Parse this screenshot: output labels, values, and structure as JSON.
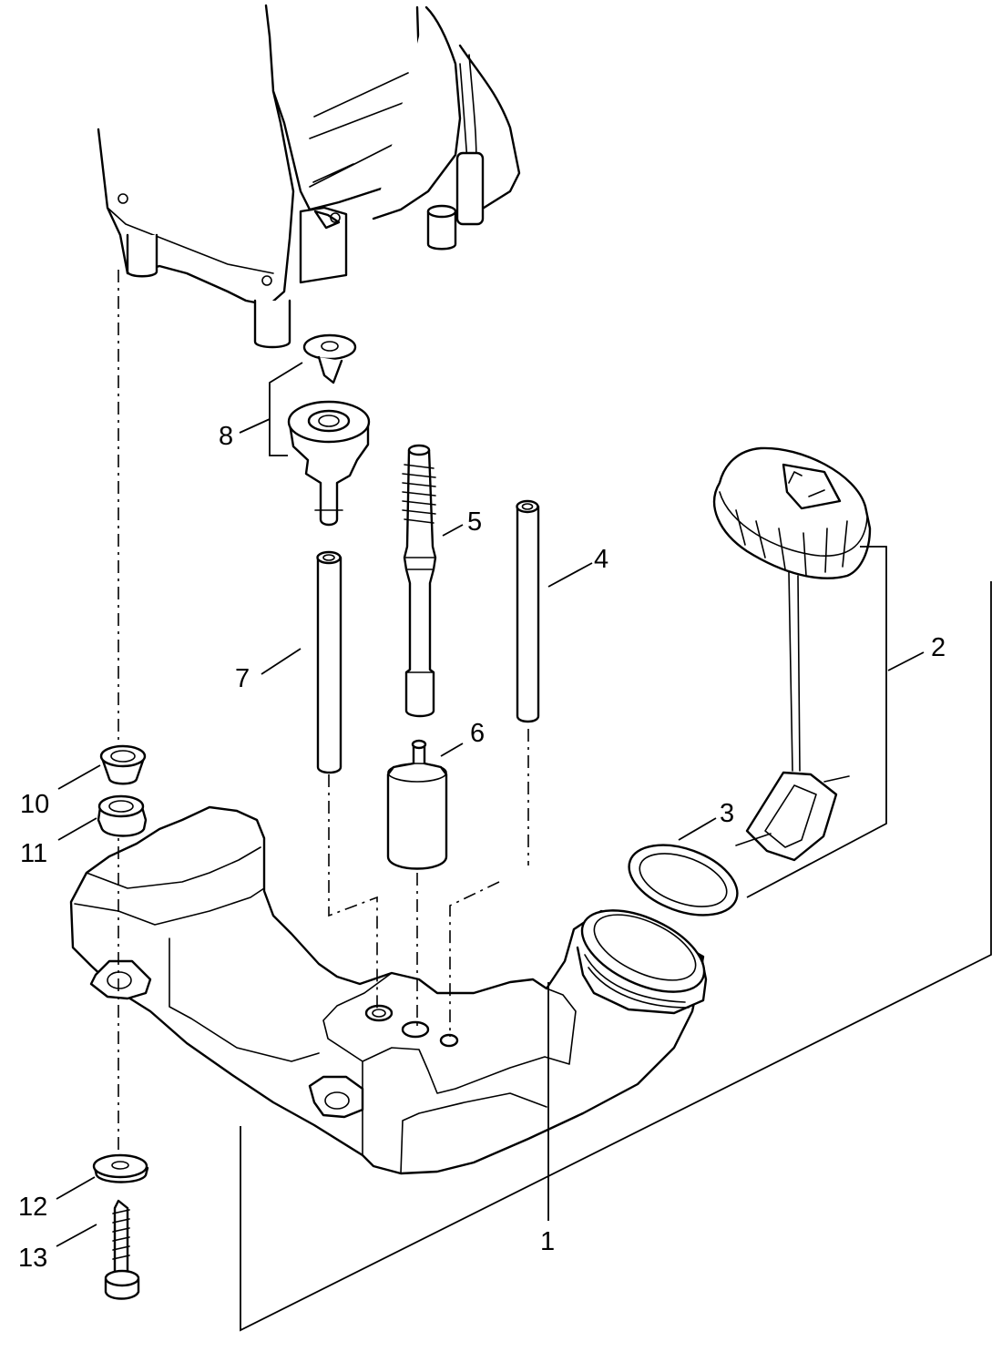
{
  "callouts": {
    "c1": "1",
    "c2": "2",
    "c3": "3",
    "c4": "4",
    "c5": "5",
    "c6": "6",
    "c7": "7",
    "c8": "8",
    "c10": "10",
    "c11": "11",
    "c12": "12",
    "c13": "13"
  }
}
